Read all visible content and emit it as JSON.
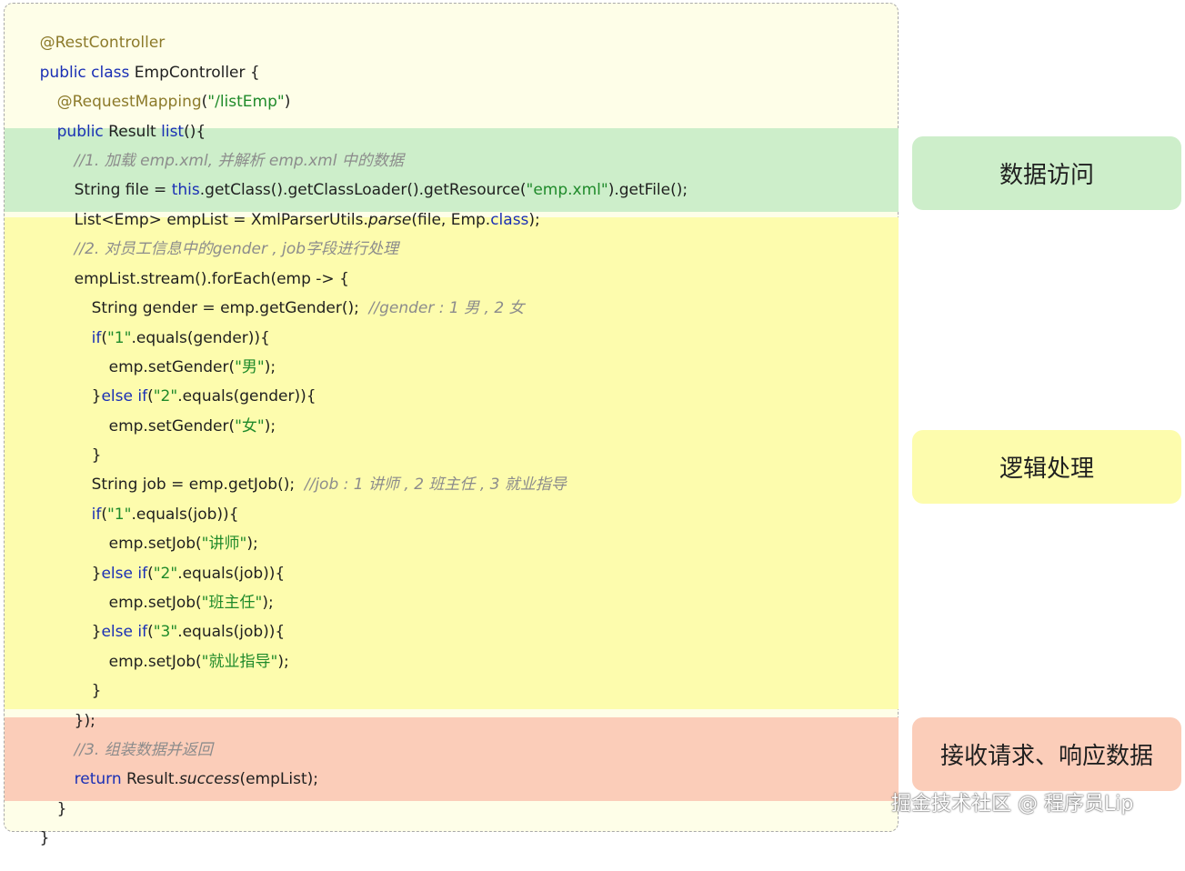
{
  "code": {
    "l01": {
      "a": "@RestController"
    },
    "l02": {
      "a": "public class",
      "b": " EmpController {"
    },
    "l03": {
      "a": "@RequestMapping",
      "b": "(",
      "c": "\"/listEmp\"",
      "d": ")"
    },
    "l04": {
      "a": "public",
      "b": " Result ",
      "c": "list",
      "d": "(){"
    },
    "l05": {
      "a": "//1. 加载 emp.xml, 并解析 emp.xml 中的数据"
    },
    "l06": {
      "a": "String file = ",
      "b": "this",
      "c": ".getClass().getClassLoader().getResource(",
      "d": "\"emp.xml\"",
      "e": ").getFile();"
    },
    "l07": {
      "a": "List<Emp> empList = XmlParserUtils.",
      "b": "parse",
      "c": "(file, Emp.",
      "d": "class",
      "e": ");"
    },
    "l08": {
      "a": "//2. 对员工信息中的gender , job字段进行处理"
    },
    "l09": {
      "a": "empList.stream().forEach(emp -> {"
    },
    "l10": {
      "a": "String gender = emp.getGender();  ",
      "b": "//gender : 1 男 , 2 女"
    },
    "l11": {
      "a": "if",
      "b": "(",
      "c": "\"1\"",
      "d": ".equals(gender)){"
    },
    "l12": {
      "a": "emp.setGender(",
      "b": "\"男\"",
      "c": ");"
    },
    "l13": {
      "a": "}",
      "b": "else if",
      "c": "(",
      "d": "\"2\"",
      "e": ".equals(gender)){"
    },
    "l14": {
      "a": "emp.setGender(",
      "b": "\"女\"",
      "c": ");"
    },
    "l15": {
      "a": "}"
    },
    "l16": {
      "a": "String job = emp.getJob();  ",
      "b": "//job : 1 讲师 , 2 班主任 , 3 就业指导"
    },
    "l17": {
      "a": "if",
      "b": "(",
      "c": "\"1\"",
      "d": ".equals(job)){"
    },
    "l18": {
      "a": "emp.setJob(",
      "b": "\"讲师\"",
      "c": ");"
    },
    "l19": {
      "a": "}",
      "b": "else if",
      "c": "(",
      "d": "\"2\"",
      "e": ".equals(job)){"
    },
    "l20": {
      "a": "emp.setJob(",
      "b": "\"班主任\"",
      "c": ");"
    },
    "l21": {
      "a": "}",
      "b": "else if",
      "c": "(",
      "d": "\"3\"",
      "e": ".equals(job)){"
    },
    "l22": {
      "a": "emp.setJob(",
      "b": "\"就业指导\"",
      "c": ");"
    },
    "l23": {
      "a": "}"
    },
    "l24": {
      "a": "});"
    },
    "l25": {
      "a": "//3. 组装数据并返回"
    },
    "l26": {
      "a": "return",
      "b": " Result.",
      "c": "success",
      "d": "(empList);"
    },
    "l27": {
      "a": "}"
    },
    "l28": {
      "a": "}"
    }
  },
  "labels": {
    "data_access": "数据访问",
    "logic": "逻辑处理",
    "request_response": "接收请求、响应数据"
  },
  "watermark": "掘金技术社区 @ 程序员Lip",
  "colors": {
    "keyword": "#1a2fb5",
    "annotation": "#8c7a2a",
    "string": "#1f8a2a",
    "comment": "#8c8c8c",
    "data_access_band": "#cdeeca",
    "logic_band": "#fdfcad",
    "request_band": "#fbcdb9"
  }
}
